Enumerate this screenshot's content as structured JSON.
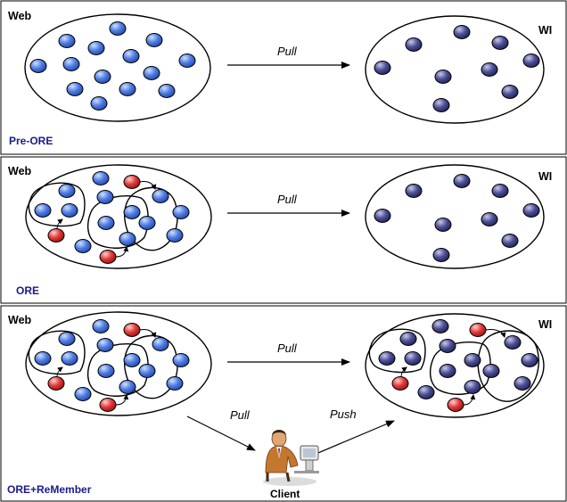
{
  "panels": [
    {
      "id": "pre-ore",
      "label": "Pre-ORE",
      "web_label": "Web",
      "wi_label": "WI",
      "arrow_label": "Pull"
    },
    {
      "id": "ore",
      "label": "ORE",
      "web_label": "Web",
      "wi_label": "WI",
      "arrow_label": "Pull"
    },
    {
      "id": "ore-remember",
      "label": "ORE+ReMember",
      "web_label": "Web",
      "wi_label": "WI",
      "arrow_label": "Pull",
      "client_pull_label": "Pull",
      "client_push_label": "Push",
      "client_label": "Client"
    }
  ],
  "colors": {
    "web_node": "#4f7de3",
    "wi_node": "#4b4f96",
    "red_node": "#e23a3a",
    "panel_label": "#1a1a8c",
    "border": "#000000"
  },
  "icons": {
    "client": "person-at-computer-icon"
  }
}
